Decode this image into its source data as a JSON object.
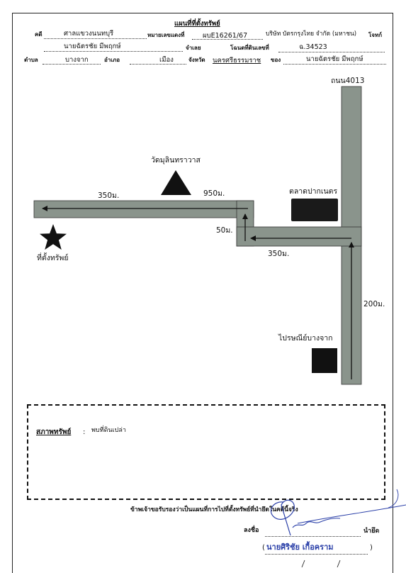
{
  "header": {
    "title": "แผนที่ที่ตั้งทรัพย์",
    "row1": {
      "case_label": "คดี",
      "court": "ศาลแขวงนนทบุรี",
      "case_no_label": "หมายเลขแดงที่",
      "case_no": "ผบE16261/67",
      "plaintiff": "บริษัท บัตรกรุงไทย จำกัด (มหาชน)",
      "plaintiff_label": "โจทก์"
    },
    "row2": {
      "defendant": "นายฉัตรชัย มีพฤกษ์",
      "defendant_label": "จำเลย",
      "deed_label": "โฉนดที่ดินเลขที่",
      "deed_no": "ฉ.34523"
    },
    "row3": {
      "subdistrict_label": "ตำบล",
      "subdistrict": "บางจาก",
      "district_label": "อำเภอ",
      "district": "เมือง",
      "province_label": "จังหวัด",
      "province": "นครศรีธรรมราช",
      "owner_label": "ของ",
      "owner": "นายฉัตรชัย มีพฤกษ์"
    }
  },
  "map": {
    "road_label": "ถนน4013",
    "temple_label": "วัดมุลินทราวาส",
    "market_label": "ตลาดปากเนตร",
    "post_office_label": "ไปรษณีย์บางจาก",
    "property_label": "ที่ตั้งทรัพย์",
    "dist_350_top": "350ม.",
    "dist_950": "950ม.",
    "dist_50": "50ม.",
    "dist_350_mid": "350ม.",
    "dist_200": "200ม.",
    "road_color": "#8a948c",
    "icons": {
      "temple": "triangle-icon",
      "property": "star-icon",
      "market": "square-icon",
      "post_office": "square-icon"
    }
  },
  "condition": {
    "label": "สภาพทรัพย์",
    "colon": ":",
    "value": "พบที่ดินเปล่า"
  },
  "certification": "ข้าพเจ้าขอรับรองว่าเป็นแผนที่การไปที่ตั้งทรัพย์ที่นำยึดในคดีนี้จริง",
  "signature": {
    "sign_label": "ลงชื่อ",
    "role": "นำยึด",
    "name": "นายศิริชัย เกื้อคราม",
    "open_paren": "(",
    "close_paren": ")"
  }
}
